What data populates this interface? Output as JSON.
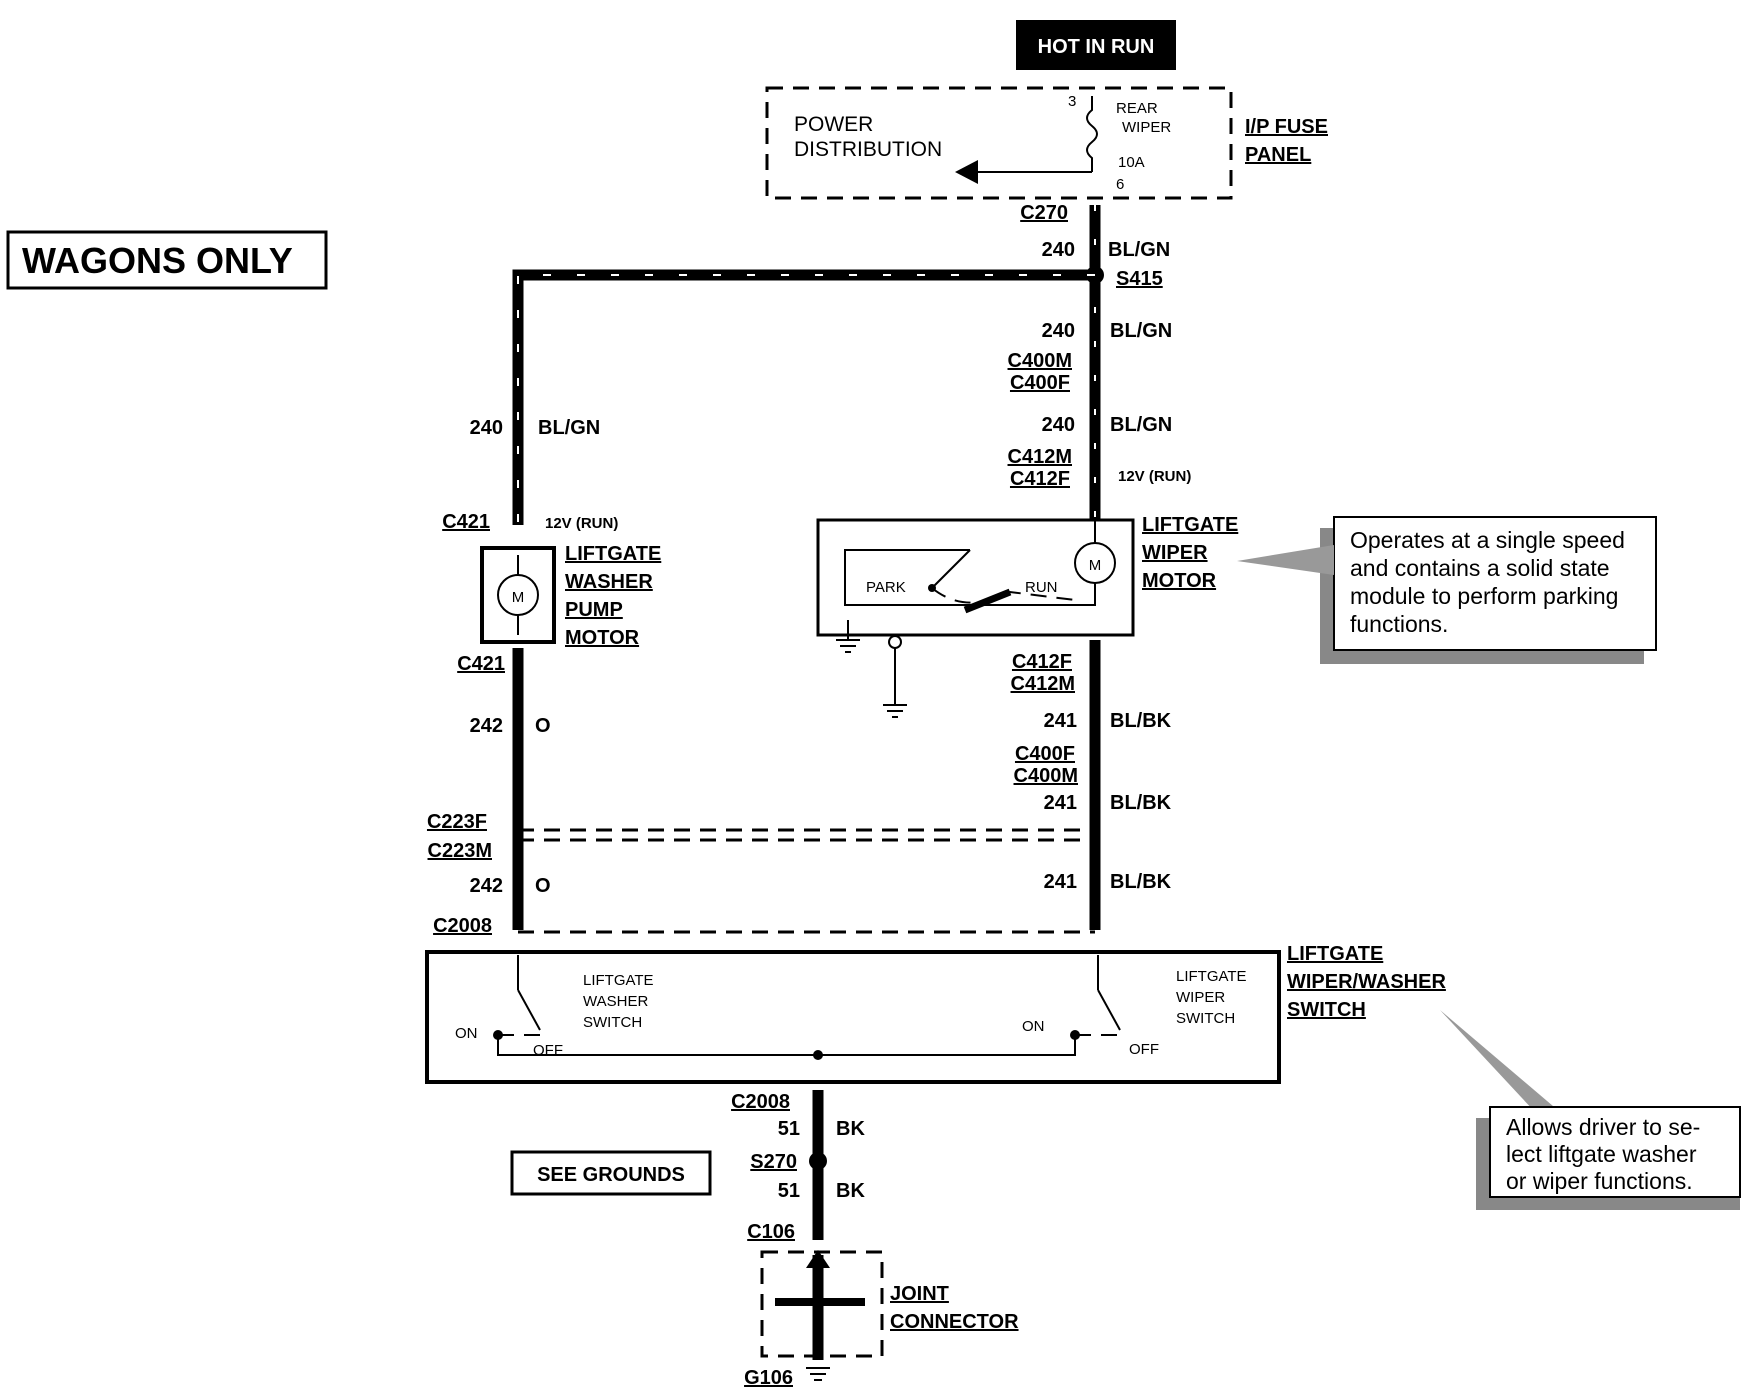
{
  "header": {
    "hot_in_run": "HOT IN RUN",
    "wagons_only": "WAGONS ONLY"
  },
  "fuse_panel": {
    "power_distribution_1": "POWER",
    "power_distribution_2": "DISTRIBUTION",
    "pin_top": "3",
    "pin_bottom": "6",
    "fuse_name_1": "REAR",
    "fuse_name_2": "WIPER",
    "fuse_rating": "10A",
    "title_1": "I/P FUSE",
    "title_2": "PANEL"
  },
  "connectors": {
    "c270": "C270",
    "s415": "S415",
    "c400m": "C400M",
    "c400f": "C400F",
    "c412m": "C412M",
    "c412f": "C412F",
    "c421_top": "C421",
    "c421_bottom": "C421",
    "c412f_b": "C412F",
    "c412m_b": "C412M",
    "c400f_b": "C400F",
    "c400m_b": "C400M",
    "c223f": "C223F",
    "c223m": "C223M",
    "c2008_top": "C2008",
    "c2008_bottom": "C2008",
    "s270": "S270",
    "c106": "C106",
    "g106": "G106"
  },
  "wires": {
    "w240_1_num": "240",
    "w240_1_color": "BL/GN",
    "w240_2_num": "240",
    "w240_2_color": "BL/GN",
    "w240_3_num": "240",
    "w240_3_color": "BL/GN",
    "w240_left_num": "240",
    "w240_left_color": "BL/GN",
    "w242_1_num": "242",
    "w242_1_color": "O",
    "w242_2_num": "242",
    "w242_2_color": "O",
    "w241_1_num": "241",
    "w241_1_color": "BL/BK",
    "w241_2_num": "241",
    "w241_2_color": "BL/BK",
    "w241_3_num": "241",
    "w241_3_color": "BL/BK",
    "w51_1_num": "51",
    "w51_1_color": "BK",
    "w51_2_num": "51",
    "w51_2_color": "BK",
    "run_12v_left": "12V (RUN)",
    "run_12v_right": "12V (RUN)"
  },
  "washer_motor": {
    "l1": "LIFTGATE",
    "l2": "WASHER",
    "l3": "PUMP",
    "l4": "MOTOR",
    "symbol": "M"
  },
  "wiper_motor": {
    "l1": "LIFTGATE",
    "l2": "WIPER",
    "l3": "MOTOR",
    "symbol": "M",
    "park": "PARK",
    "run": "RUN"
  },
  "wiper_note": {
    "l1": "Operates at a single speed",
    "l2": "and contains a solid state",
    "l3": "module to perform parking",
    "l4": "functions."
  },
  "switch": {
    "title_1": "LIFTGATE",
    "title_2": "WIPER/WASHER",
    "title_3": "SWITCH",
    "washer_1": "LIFTGATE",
    "washer_2": "WASHER",
    "washer_3": "SWITCH",
    "wiper_1": "LIFTGATE",
    "wiper_2": "WIPER",
    "wiper_3": "SWITCH",
    "on_left": "ON",
    "off_left": "OFF",
    "on_right": "ON",
    "off_right": "OFF"
  },
  "switch_note": {
    "l1": "Allows driver to se-",
    "l2": "lect liftgate  washer",
    "l3": "or wiper functions."
  },
  "see_grounds": "SEE GROUNDS",
  "joint_connector": {
    "l1": "JOINT",
    "l2": "CONNECTOR"
  }
}
